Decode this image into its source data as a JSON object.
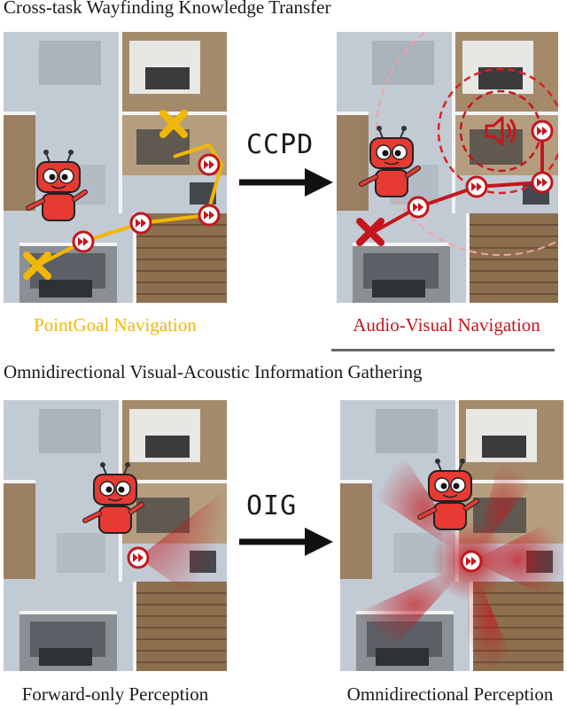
{
  "top": {
    "title": "Cross-task Wayfinding Knowledge Transfer",
    "arrow_label": "CCPD",
    "left_caption": "PointGoal Navigation",
    "right_caption": "Audio-Visual Navigation"
  },
  "bottom": {
    "title": "Omnidirectional Visual-Acoustic Information Gathering",
    "arrow_label": "OIG",
    "left_caption": "Forward-only Perception",
    "right_caption": "Omnidirectional Perception"
  },
  "colors": {
    "pointgoal": "#f2b705",
    "audio": "#c4161c",
    "arrow": "#111111",
    "divider": "#666666"
  }
}
